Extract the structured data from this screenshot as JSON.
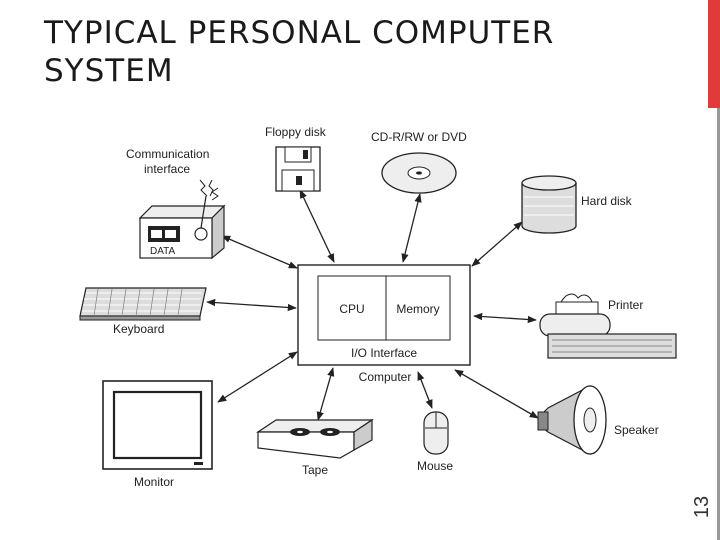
{
  "title": {
    "line1": "TYPICAL PERSONAL COMPUTER",
    "line2": "SYSTEM"
  },
  "page_number": "13",
  "colors": {
    "accent": "#e03a3a",
    "rule": "#999999",
    "line": "#222222"
  },
  "computer": {
    "cpu": "CPU",
    "memory": "Memory",
    "io": "I/O Interface",
    "label": "Computer"
  },
  "peripherals": {
    "floppy": "Floppy disk",
    "cdrom": "CD-R/RW or DVD",
    "harddisk": "Hard disk",
    "comm_line1": "Communication",
    "comm_line2": "interface",
    "data": "DATA",
    "keyboard": "Keyboard",
    "printer": "Printer",
    "speaker": "Speaker",
    "mouse": "Mouse",
    "tape": "Tape",
    "monitor": "Monitor"
  },
  "icons": [
    "floppy-disk-icon",
    "cd-icon",
    "hard-disk-icon",
    "communication-interface-icon",
    "keyboard-icon",
    "printer-icon",
    "speaker-icon",
    "mouse-icon",
    "tape-icon",
    "monitor-icon"
  ]
}
